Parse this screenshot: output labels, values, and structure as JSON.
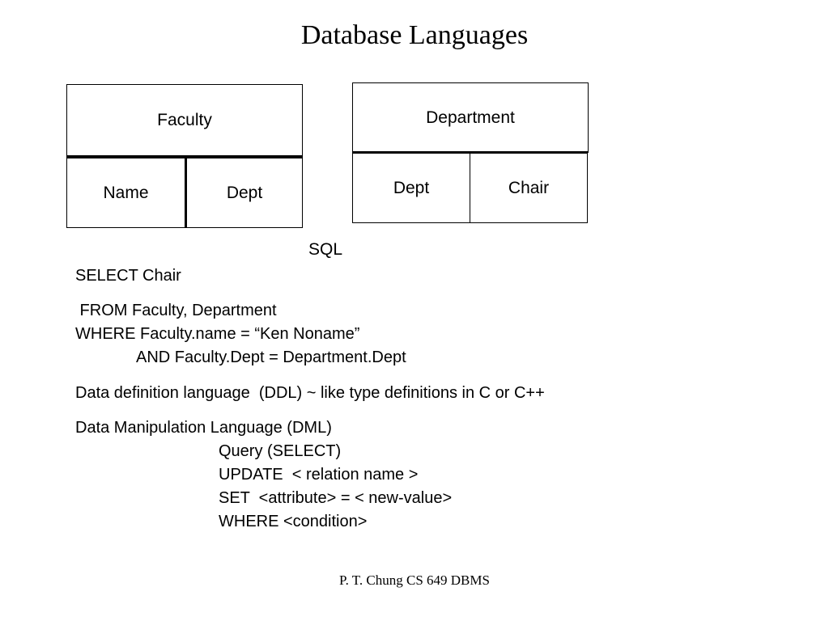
{
  "slide": {
    "title": "Database Languages",
    "footer": "P. T. Chung  CS 649 DBMS"
  },
  "faculty_table": {
    "header": "Faculty",
    "columns": [
      "Name",
      "Dept"
    ]
  },
  "department_table": {
    "header": "Department",
    "columns": [
      "Dept",
      "Chair"
    ]
  },
  "sql": {
    "label": "SQL",
    "lines": [
      "SELECT Chair",
      " FROM Faculty, Department",
      "WHERE Faculty.name = “Ken Noname”",
      "AND Faculty.Dept = Department.Dept"
    ]
  },
  "ddl": {
    "text": "Data definition language  (DDL) ~ like type definitions in C or C++"
  },
  "dml": {
    "heading": "Data Manipulation Language (DML)",
    "items": [
      "Query (SELECT)",
      "UPDATE  < relation name >",
      "SET  <attribute> = < new-value>",
      "WHERE <condition>"
    ]
  }
}
